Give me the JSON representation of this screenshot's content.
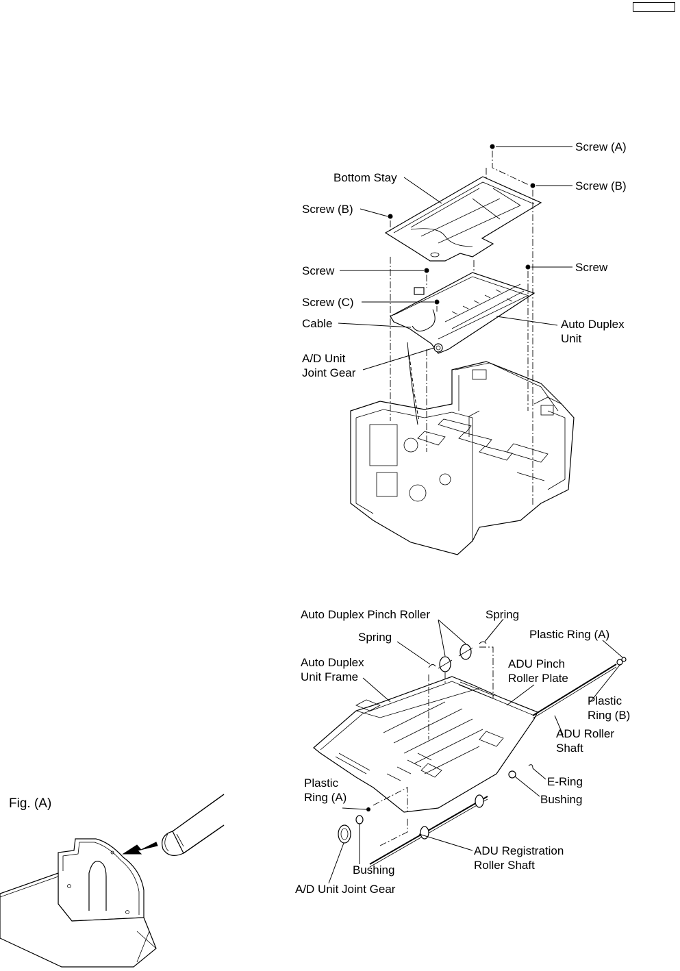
{
  "page": {
    "corner_box_text": ""
  },
  "top_diagram": {
    "labels": {
      "screw_a_top": "Screw (A)",
      "bottom_stay": "Bottom Stay",
      "screw_b_right": "Screw (B)",
      "screw_b_left": "Screw (B)",
      "screw_left": "Screw",
      "screw_right": "Screw",
      "screw_c": "Screw (C)",
      "cable": "Cable",
      "auto_duplex_unit_line1": "Auto Duplex",
      "auto_duplex_unit_line2": "Unit",
      "ad_joint_gear_line1": "A/D Unit",
      "ad_joint_gear_line2": "Joint Gear"
    }
  },
  "bottom_diagram": {
    "labels": {
      "pinch_roller": "Auto Duplex Pinch Roller",
      "spring_right": "Spring",
      "spring_left": "Spring",
      "plastic_ring_a_top": "Plastic Ring (A)",
      "unit_frame_line1": "Auto Duplex",
      "unit_frame_line2": "Unit Frame",
      "pinch_plate_line1": "ADU Pinch",
      "pinch_plate_line2": "Roller Plate",
      "plastic_ring_b_line1": "Plastic",
      "plastic_ring_b_line2": "Ring (B)",
      "roller_shaft_line1": "ADU Roller",
      "roller_shaft_line2": "Shaft",
      "e_ring": "E-Ring",
      "bushing_right": "Bushing",
      "plastic_ring_a_left_line1": "Plastic",
      "plastic_ring_a_left_line2": "Ring (A)",
      "bushing_bottom": "Bushing",
      "registration_shaft_line1": "ADU Registration",
      "registration_shaft_line2": "Roller Shaft",
      "ad_joint_gear": "A/D Unit Joint Gear"
    }
  },
  "figure_a": {
    "title": "Fig. (A)"
  }
}
